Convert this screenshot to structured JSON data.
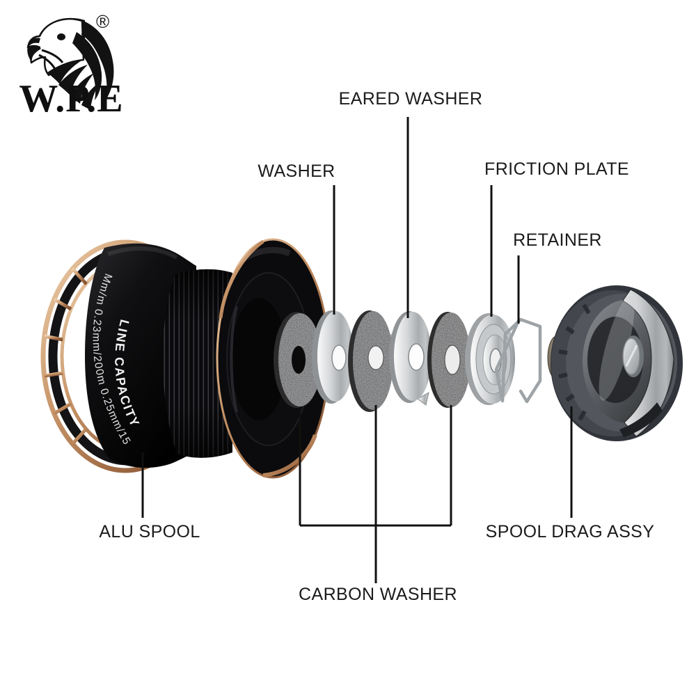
{
  "brand": {
    "name": "W.P.E",
    "registered_mark": "®",
    "logo_icon": "eagle-head"
  },
  "labels": {
    "eared_washer": "EARED WASHER",
    "washer": "WASHER",
    "friction_plate": "FRICTION PLATE",
    "retainer": "RETAINER",
    "alu_spool": "ALU SPOOL",
    "spool_drag_assy": "SPOOL DRAG ASSY",
    "carbon_washer": "CARBON WASHER"
  },
  "spool_markings": {
    "title": "LINE CAPACITY",
    "capacity": "Mm/m 0.23mm/200m 0.25mm/15"
  },
  "colors": {
    "copper": "#c08a5e",
    "spool_black": "#0c0c0e",
    "silver": "#c9ccce",
    "carbon_gray": "#454547",
    "pointer_line": "#101010",
    "label_text": "#1b1b1b"
  }
}
